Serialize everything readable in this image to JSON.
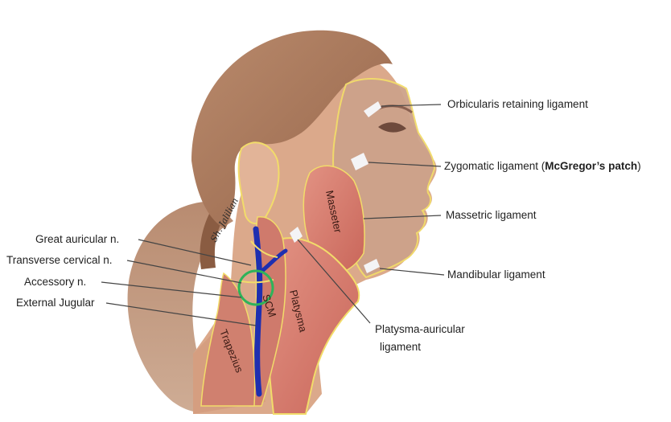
{
  "labels": {
    "orbicularis": "Orbicularis retaining ligament",
    "zygomatic_prefix": "Zygomatic ligament (",
    "zygomatic_bold": "McGregor’s patch",
    "zygomatic_suffix": ")",
    "masseteric": "Massetric ligament",
    "mandibular": "Mandibular ligament",
    "platysma_auricular_line1": "Platysma-auricular",
    "platysma_auricular_line2": "ligament",
    "great_auricular": "Great auricular n.",
    "transverse_cervical": "Transverse cervical n.",
    "accessory": "Accessory n.",
    "external_jugular": "External Jugular"
  },
  "muscle_labels": {
    "masseter": "Masseter",
    "scm": "SCM",
    "platysma": "Platysma",
    "trapezius": "Trapezius"
  },
  "signature": "Sh. Jalilian",
  "colors": {
    "hair": "#a8775a",
    "skin": "#dba98b",
    "muscle": "#d98477",
    "outline": "#f2dc6a",
    "vein": "#1e2fb0",
    "circle": "#2fb35a",
    "ligament": "#f4f4f6",
    "leader": "#444444"
  }
}
